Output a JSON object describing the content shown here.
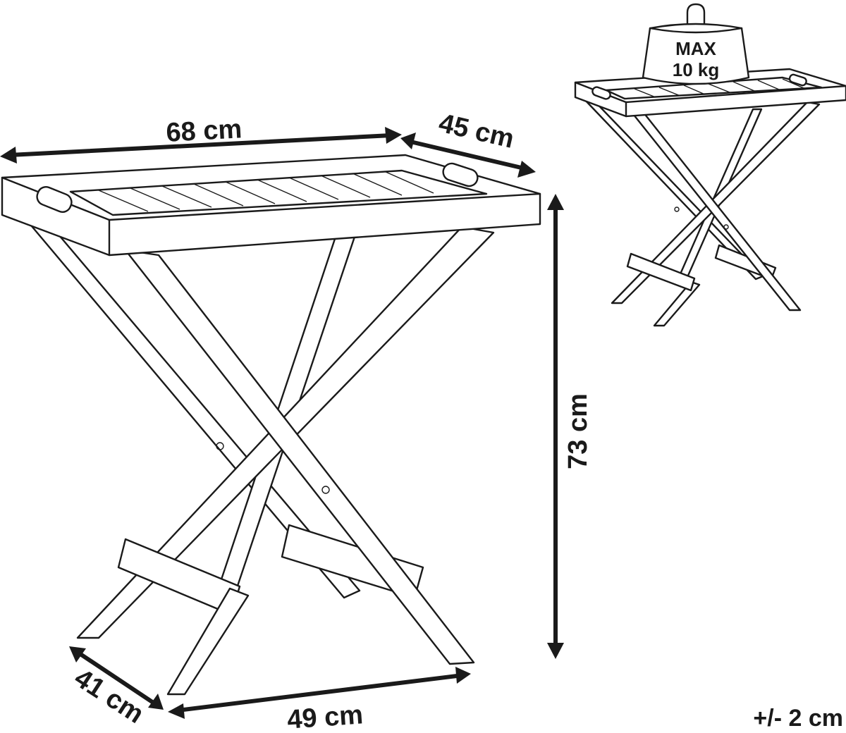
{
  "dimensions": {
    "width": "68 cm",
    "depth": "45 cm",
    "height": "73 cm",
    "base_depth": "41 cm",
    "base_width": "49 cm"
  },
  "max_load": {
    "line1": "MAX",
    "line2": "10 kg"
  },
  "tolerance": "+/- 2 cm"
}
